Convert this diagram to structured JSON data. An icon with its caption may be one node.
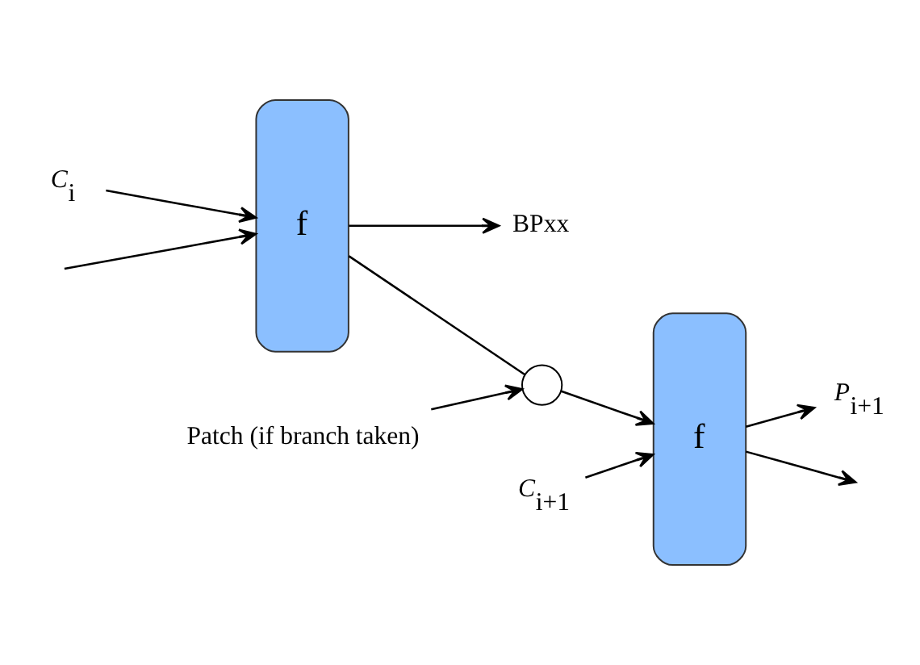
{
  "diagram": {
    "nodes": [
      {
        "text": [
          "*C*$_{i}$"
        ]
      },
      {
        "text": [
          "BPxx"
        ]
      },
      {
        "text": [
          "f"
        ]
      },
      {
        "text": [],
        "shape": "circle"
      },
      {
        "text": [
          "Patch (if branch taken)"
        ]
      },
      {
        "text": [
          "*C*$_{i+1}$"
        ]
      },
      {
        "text": [
          "*P*$_{i+1}$"
        ]
      },
      {
        "text": [
          "f"
        ]
      }
    ],
    "edges": [
      {
        "from": 0,
        "to": 2,
        "arrow": "to"
      },
      {
        "from": 2,
        "to": 1,
        "arrow": "to"
      },
      {
        "from": null,
        "to": 2,
        "arrow": "to"
      },
      {
        "from": 2,
        "to": 3,
        "arrow": "none"
      },
      {
        "from": 4,
        "to": 3,
        "arrow": "to"
      },
      {
        "from": 3,
        "to": 7,
        "arrow": "to"
      },
      {
        "from": 5,
        "to": 7,
        "arrow": "to"
      },
      {
        "from": 7,
        "to": 6,
        "arrow": "to"
      },
      {
        "from": 7,
        "to": null,
        "arrow": "to"
      }
    ]
  }
}
